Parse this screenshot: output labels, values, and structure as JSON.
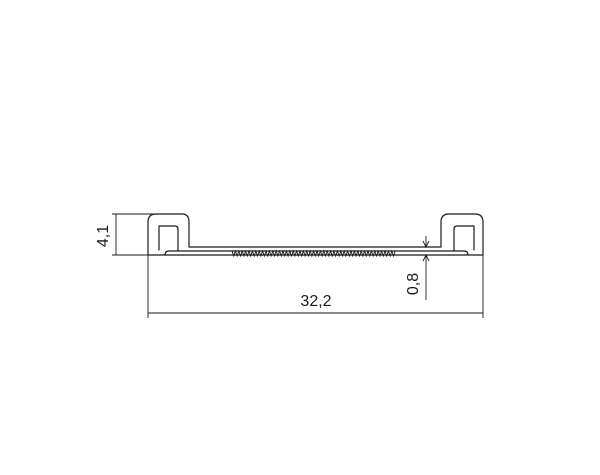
{
  "drawing": {
    "dimensions": {
      "width_label": "32,2",
      "height_label": "4,1",
      "thickness_label": "0,8"
    },
    "colors": {
      "line": "#1a1a1a",
      "background": "#ffffff"
    }
  }
}
